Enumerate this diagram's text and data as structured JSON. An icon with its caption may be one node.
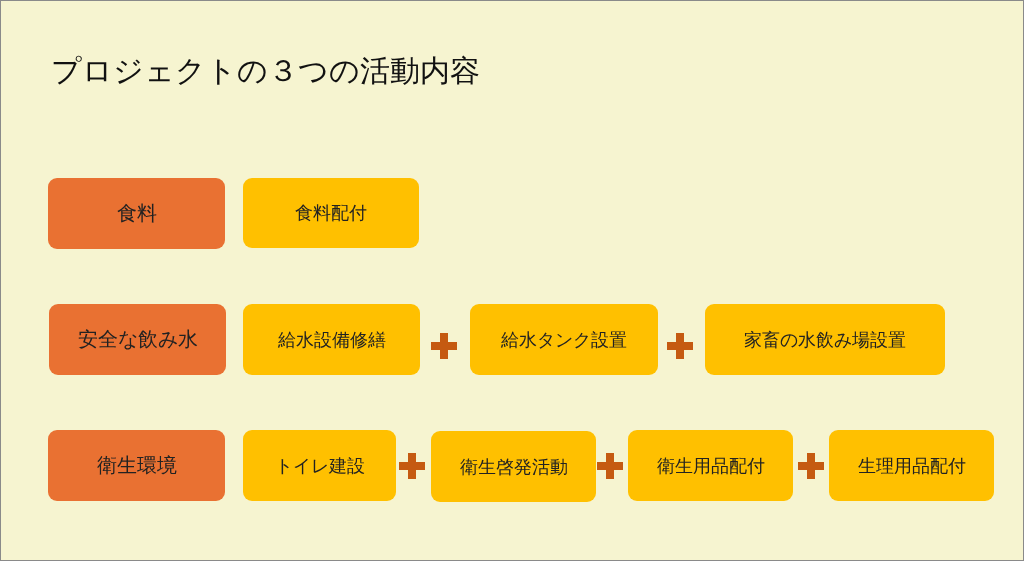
{
  "diagram": {
    "title": "プロジェクトの３つの活動内容",
    "nodes": [
      {
        "text": [
          "食料"
        ]
      },
      {
        "text": [
          "食料配付"
        ]
      },
      {
        "text": [
          "安全な飲み水"
        ]
      },
      {
        "text": [
          "給水設備修繕"
        ]
      },
      {
        "text": [
          "給水タンク設置"
        ]
      },
      {
        "text": [
          "家畜の水飲み場設置"
        ]
      },
      {
        "text": [
          "衛生環境"
        ]
      },
      {
        "text": [
          "トイレ建設"
        ]
      },
      {
        "text": [
          "衛生啓発活動"
        ]
      },
      {
        "text": [
          "衛生用品配付"
        ]
      },
      {
        "text": [
          "生理用品配付"
        ]
      }
    ]
  }
}
